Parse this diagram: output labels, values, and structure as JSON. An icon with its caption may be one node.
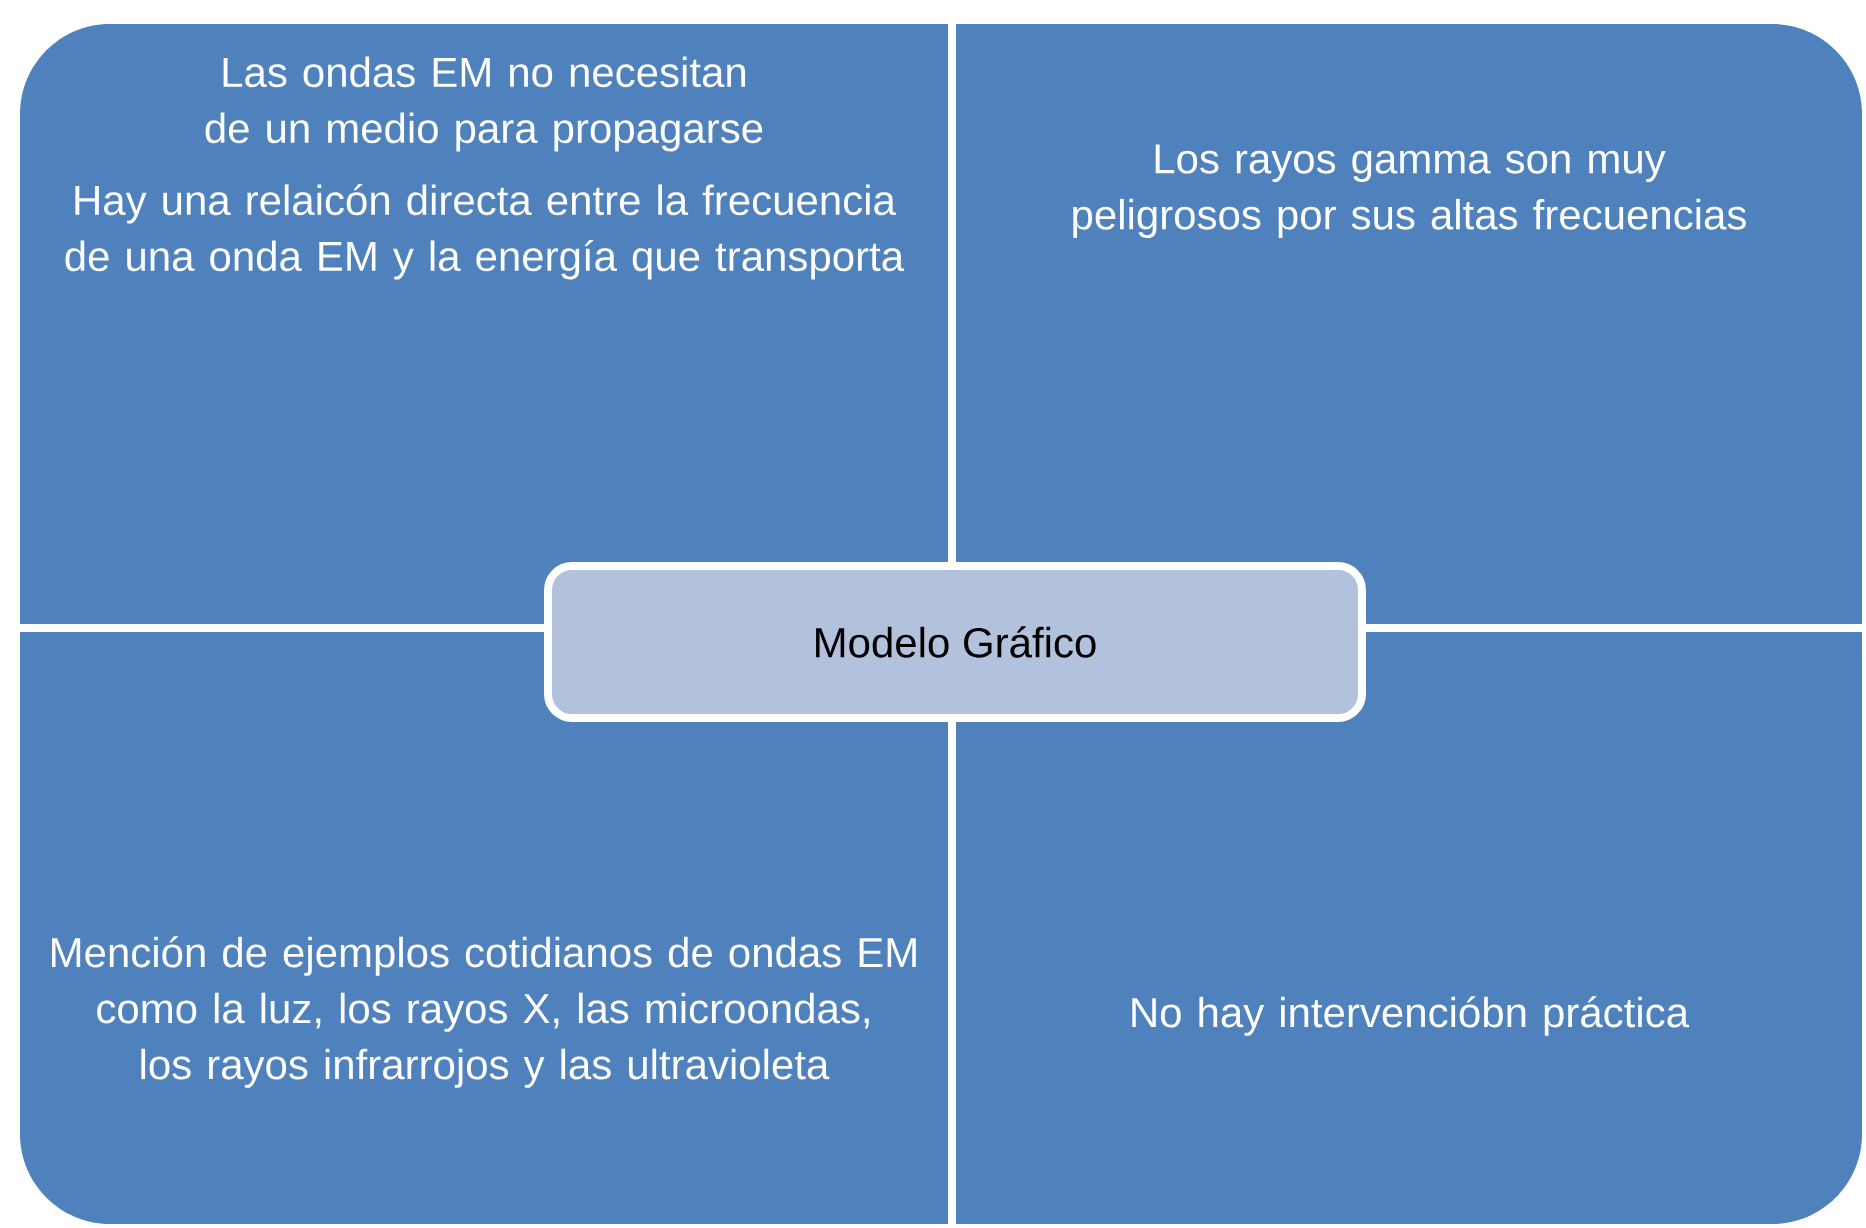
{
  "diagram": {
    "nodes": [
      {
        "text": [
          "Las ondas EM no necesitan de un medio para propagarse",
          "Hay una relaicón directa entre la frecuencia de una onda EM y la energía que transporta"
        ]
      },
      {
        "text": [
          "Los rayos gamma son muy peligrosos por sus altas frecuencias"
        ]
      },
      {
        "text": [
          "Modelo Gráfico"
        ]
      },
      {
        "text": [
          "Mención de ejemplos cotidianos de ondas EM como la luz, los rayos X, las  microondas, los rayos infrarrojos y las ultravioleta"
        ]
      },
      {
        "text": [
          "No hay intervencióbn práctica"
        ]
      }
    ]
  }
}
